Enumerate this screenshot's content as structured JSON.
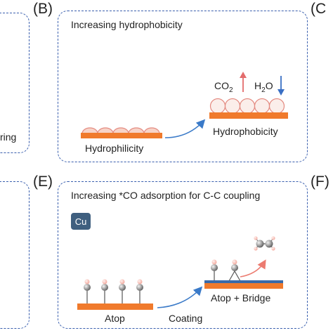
{
  "panels": {
    "a_partial": {
      "fragment_text": "ring"
    },
    "b": {
      "letter": "(B)",
      "title": "Increasing hydrophobicity",
      "left_label": "Hydrophilicity",
      "right_label": "Hydrophobicity",
      "co2_label": "CO",
      "co2_sub": "2",
      "h2o_label_h": "H",
      "h2o_sub": "2",
      "h2o_label_o": "O",
      "co2_arrow_color": "#e36c6c",
      "h2o_arrow_color": "#3a6fc4"
    },
    "c_partial": {
      "letter": "(C"
    },
    "e": {
      "letter": "(E)",
      "title": "Increasing *CO adsorption for C-C coupling",
      "badge": "Cu",
      "left_label": "Atop",
      "middle_label": "Coating",
      "right_label": "Atop + Bridge"
    },
    "f_partial": {
      "letter": "(F)"
    }
  },
  "colors": {
    "panel_border": "#3a5fae",
    "substrate": "#f07a2c",
    "bubble_fill": "#f7d3c8",
    "bubble_stroke": "#e48a80",
    "cu_badge": "#3f5f7f",
    "curve_arrow": "#3a7ac8",
    "c2_arrow": "#ec7b70"
  }
}
